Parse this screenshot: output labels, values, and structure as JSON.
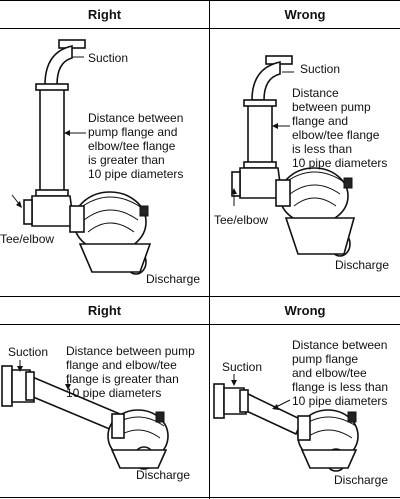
{
  "panels": [
    {
      "header": "Right",
      "labels": {
        "suction": "Suction",
        "note": [
          "Distance between",
          "pump flange and",
          "elbow/tee flange",
          "is greater than",
          "10 pipe diameters"
        ],
        "tee": "Tee/elbow",
        "discharge": "Discharge"
      }
    },
    {
      "header": "Wrong",
      "labels": {
        "suction": "Suction",
        "note": [
          "Distance",
          "between pump",
          "flange and",
          "elbow/tee flange",
          "is less than",
          "10 pipe diameters"
        ],
        "tee": "Tee/elbow",
        "discharge": "Discharge"
      }
    },
    {
      "header": "Right",
      "labels": {
        "suction": "Suction",
        "note": [
          "Distance between pump",
          "flange and elbow/tee",
          "flange is greater than",
          "10 pipe diameters"
        ],
        "discharge": "Discharge"
      }
    },
    {
      "header": "Wrong",
      "labels": {
        "suction": "Suction",
        "note": [
          "Distance between",
          "pump flange",
          "and elbow/tee",
          "flange is less than",
          "10 pipe diameters"
        ],
        "discharge": "Discharge"
      }
    }
  ]
}
